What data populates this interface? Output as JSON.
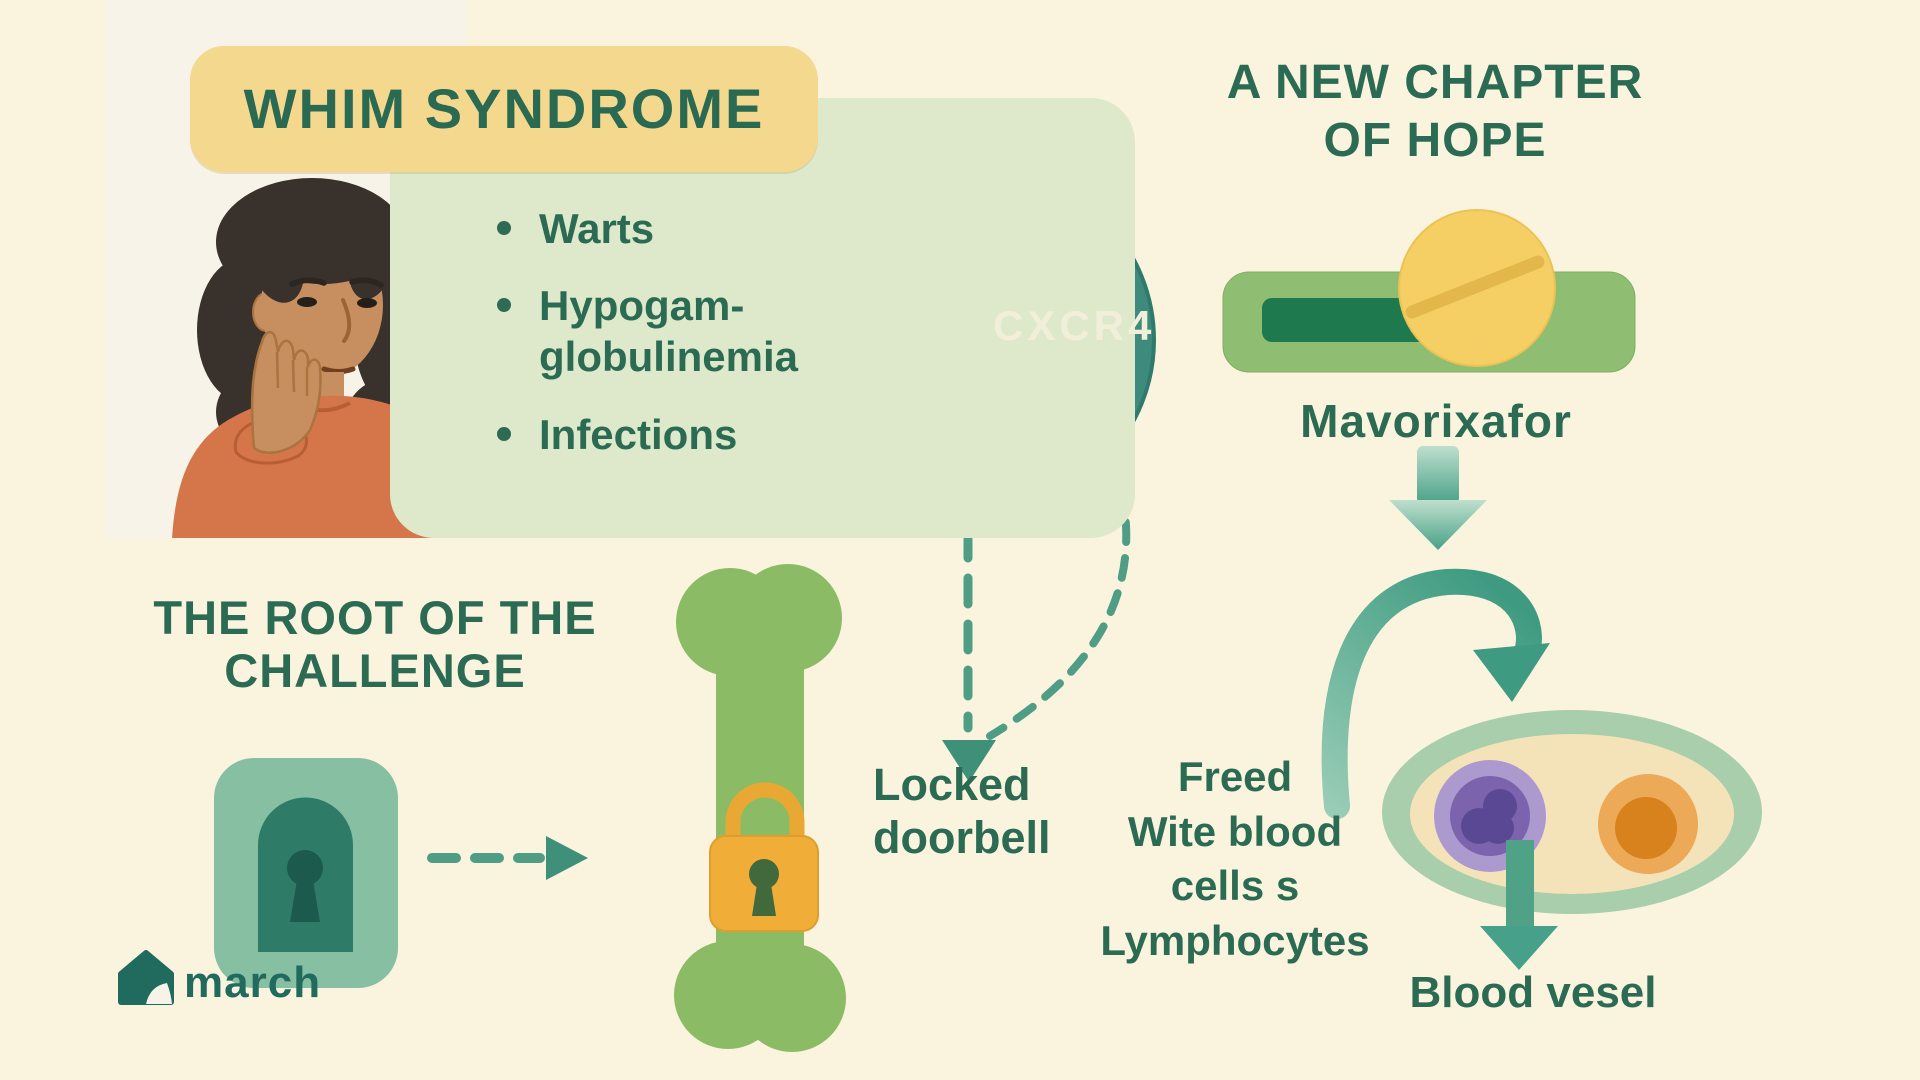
{
  "colors": {
    "background": "#FAF4DF",
    "banner_yellow": "#F3D88E",
    "panel_green": "#DEE9CB",
    "heading_green": "#2C6B53",
    "gene_circle_teal": "#3E8A7C",
    "dna_light": "#CDE4CE",
    "bone_green": "#8CBB65",
    "padlock_yellow": "#F0AE39",
    "keyhole_panel_green": "#87BFA3",
    "pill_yellow": "#F5CF64",
    "pill_bar_green": "#8FBE73",
    "arrow_teal": "#4AA189",
    "lymphocyte_purple": "#7B63AE",
    "cell_orange": "#D8821E",
    "logo_teal": "#206B5E"
  },
  "syndrome": {
    "title": "WHIM SYNDROME",
    "symptoms": [
      "Warts",
      "Hypogam-\nglobulinemia",
      "Infections"
    ],
    "gene_label": "CXCR4"
  },
  "root": {
    "heading": "THE ROOT OF THE\nCHALLENGE",
    "locked_label": "Locked\ndoorbell"
  },
  "hope": {
    "heading": "A NEW CHAPTER\nOF HOPE",
    "drug_name": "Mavorixafor",
    "freed_label": "Freed\nWite blood\ncells s\nLymphocytes",
    "vessel_label": "Blood vesel"
  },
  "logo": {
    "text": "march"
  }
}
